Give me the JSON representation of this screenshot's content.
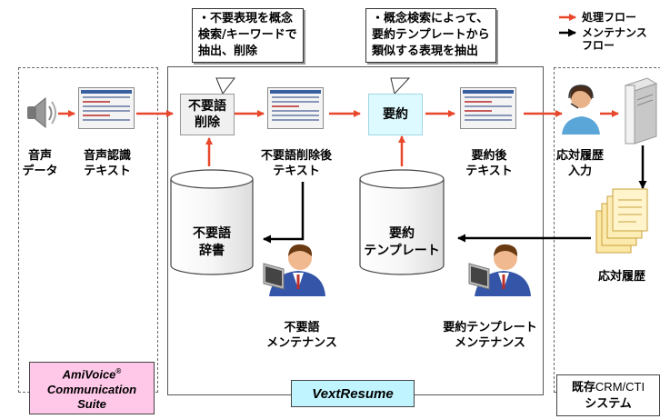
{
  "legend": {
    "process_flow": "処理フロー",
    "maintenance_flow_line1": "メンテナンス",
    "maintenance_flow_line2": "フロー"
  },
  "callouts": {
    "unnecessary": [
      "・不要表現を概念",
      "検索/キーワードで",
      "抽出、削除"
    ],
    "summary": [
      "・概念検索によって、",
      "要約テンプレートから",
      "類似する表現を抽出"
    ]
  },
  "nodes": {
    "audio_data": [
      "音声",
      "データ"
    ],
    "asr_text": [
      "音声認識",
      "テキスト"
    ],
    "remove_process": [
      "不要語",
      "削除"
    ],
    "after_removal_text": [
      "不要語削除後",
      "テキスト"
    ],
    "summary_process": "要約",
    "after_summary_text": [
      "要約後",
      "テキスト"
    ],
    "history_input": [
      "応対履歴",
      "入力"
    ],
    "history": "応対履歴",
    "dictionary": [
      "不要語",
      "辞書"
    ],
    "template": [
      "要約",
      "テンプレート"
    ],
    "dict_maintenance": [
      "不要語",
      "メンテナンス"
    ],
    "template_maintenance": [
      "要約テンプレート",
      "メンテナンス"
    ]
  },
  "products": {
    "amivoice_line1": "AmiVoice",
    "amivoice_reg": "®",
    "amivoice_line2": "Communication",
    "amivoice_line3": "Suite",
    "vextresume": "VextResume",
    "crm_prefix": "既存",
    "crm_name": "CRM/CTI",
    "crm_line2": "システム"
  },
  "colors": {
    "process_arrow": "#e8472b",
    "maintenance_arrow": "#000000",
    "amivoice_bg": "#ffc8e8",
    "vextresume_bg": "#c0f4ff",
    "summary_box_bg": "#dcfaff",
    "remove_box_bg": "#f0f0f0"
  }
}
